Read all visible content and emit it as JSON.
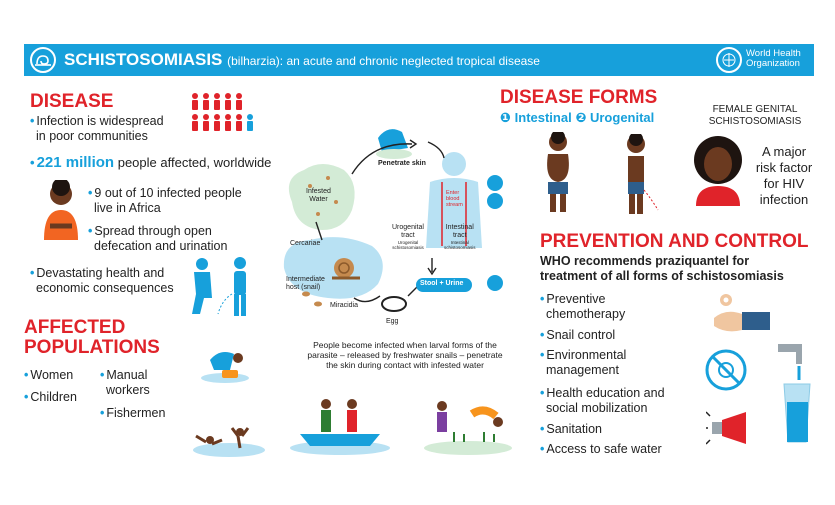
{
  "header": {
    "title": "SCHISTOSOMIASIS",
    "subtitle": "(bilharzia): an acute and chronic neglected tropical disease",
    "org_line1": "World Health",
    "org_line2": "Organization"
  },
  "disease": {
    "title": "DISEASE",
    "item1_line1": "Infection is widespread",
    "item1_line2": "in poor communities",
    "stat_number": "221 million",
    "stat_text": "people affected, worldwide",
    "item3_line1": "9 out of 10 infected people",
    "item3_line2": "live in Africa",
    "item4_line1": "Spread through open",
    "item4_line2": "defecation and urination",
    "item5_line1": "Devastating health and",
    "item5_line2": "economic consequences"
  },
  "affected": {
    "title_line1": "AFFECTED",
    "title_line2": "POPULATIONS",
    "women": "Women",
    "children": "Children",
    "manual_line1": "Manual",
    "manual_line2": "workers",
    "fishermen": "Fishermen"
  },
  "cycle": {
    "penetrate": "Penetrate skin",
    "infested_line1": "Infested",
    "infested_line2": "Water",
    "cercariae": "Cercariae",
    "host_line1": "Intermediate",
    "host_line2": "host (snail)",
    "miracidia": "Miracidia",
    "egg": "Egg",
    "stool": "Stool + Urine",
    "enter_line1": "Enter",
    "enter_line2": "blood",
    "enter_line3": "stream",
    "uro_line1": "Urogenital",
    "uro_line2": "tract",
    "uro_sub_line1": "Urogenital",
    "uro_sub_line2": "schistosomiasis",
    "int_line1": "Intestinal",
    "int_line2": "tract",
    "int_sub_line1": "Intestinal",
    "int_sub_line2": "schistosomiasis",
    "caption_line1": "People become infected when larval forms of the",
    "caption_line2": "parasite – released by freshwater snails – penetrate",
    "caption_line3": "the skin during contact with infested water"
  },
  "forms": {
    "title": "DISEASE FORMS",
    "num1": "❶",
    "intestinal": "Intestinal",
    "num2": "❷",
    "urogenital": "Urogenital",
    "fgs_line1": "FEMALE GENITAL",
    "fgs_line2": "SCHISTOSOMIASIS",
    "risk_line1": "A major",
    "risk_line2": "risk factor",
    "risk_line3": "for HIV",
    "risk_line4": "infection"
  },
  "prevention": {
    "title": "PREVENTION AND CONTROL",
    "rec_line1": "WHO recommends praziquantel for",
    "rec_line2": "treatment of all forms of schistosomiasis",
    "p1_line1": "Preventive",
    "p1_line2": "chemotherapy",
    "p2": "Snail control",
    "p3_line1": "Environmental",
    "p3_line2": "management",
    "p4_line1": "Health education and",
    "p4_line2": "social mobilization",
    "p5": "Sanitation",
    "p6": "Access to safe water"
  },
  "colors": {
    "brand_blue": "#17a0db",
    "alert_red": "#e0232a",
    "water_blue": "#b8e1f3",
    "skin_brown": "#6b3a20"
  }
}
